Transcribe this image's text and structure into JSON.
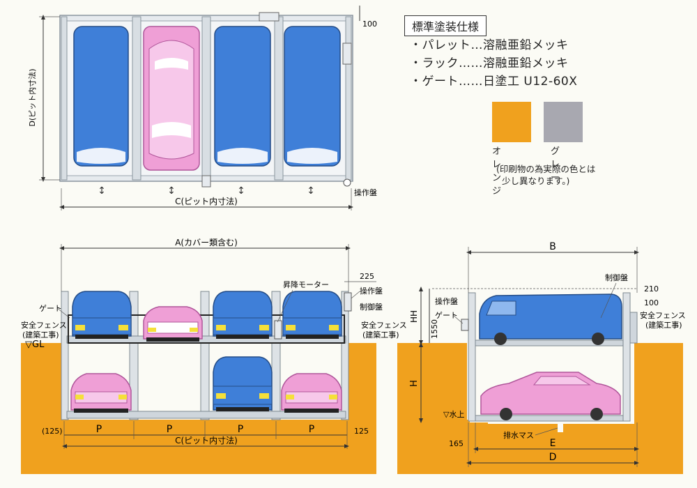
{
  "spec": {
    "title": "標準塗装仕様",
    "lines": [
      "・パレット…溶融亜鉛メッキ",
      "・ラック……溶融亜鉛メッキ",
      "・ゲート……日塗工 U12-60X"
    ],
    "swatches": [
      {
        "label": "オレンジ",
        "color": "#f0a11e"
      },
      {
        "label": "グレー",
        "color": "#a8a8b0"
      }
    ],
    "note_line1": "(印刷物の為実際の色とは",
    "note_line2": "少し異なります。)"
  },
  "top_view": {
    "dim_d": "D(ピット内寸法)",
    "dim_c": "C(ピット内寸法)",
    "dim_100": "100",
    "operation_panel": "操作盤"
  },
  "front_view": {
    "dim_a": "A(カバー類含む)",
    "dim_225": "225",
    "lift_motor": "昇降モーター",
    "operation_panel": "操作盤",
    "control_panel": "制御盤",
    "gate": "ゲート",
    "fence_left_1": "安全フェンス",
    "fence_left_2": "(建築工事)",
    "fence_right_1": "安全フェンス",
    "fence_right_2": "(建築工事)",
    "gl": "GL",
    "dim_p": "P",
    "dim_125_left": "(125)",
    "dim_125_right": "125",
    "dim_c": "C(ピット内寸法)"
  },
  "side_view": {
    "dim_b": "B",
    "control_panel": "制御盤",
    "dim_210": "210",
    "dim_100": "100",
    "operation_panel": "操作盤",
    "gate": "ゲート",
    "fence_1": "安全フェンス",
    "fence_2": "(建築工事)",
    "dim_hh": "HH",
    "dim_1550": "1550",
    "dim_h": "H",
    "water_level": "水上",
    "drain": "排水マス",
    "dim_165": "165",
    "dim_e": "E",
    "dim_d": "D"
  },
  "colors": {
    "orange": "#f0a11e",
    "blue": "#3f7fd8",
    "blue_light": "#8fb8ee",
    "pink": "#ef9fd6",
    "pink_light": "#f7c8ea",
    "frame": "#cfd6dc",
    "ink": "#333333"
  }
}
